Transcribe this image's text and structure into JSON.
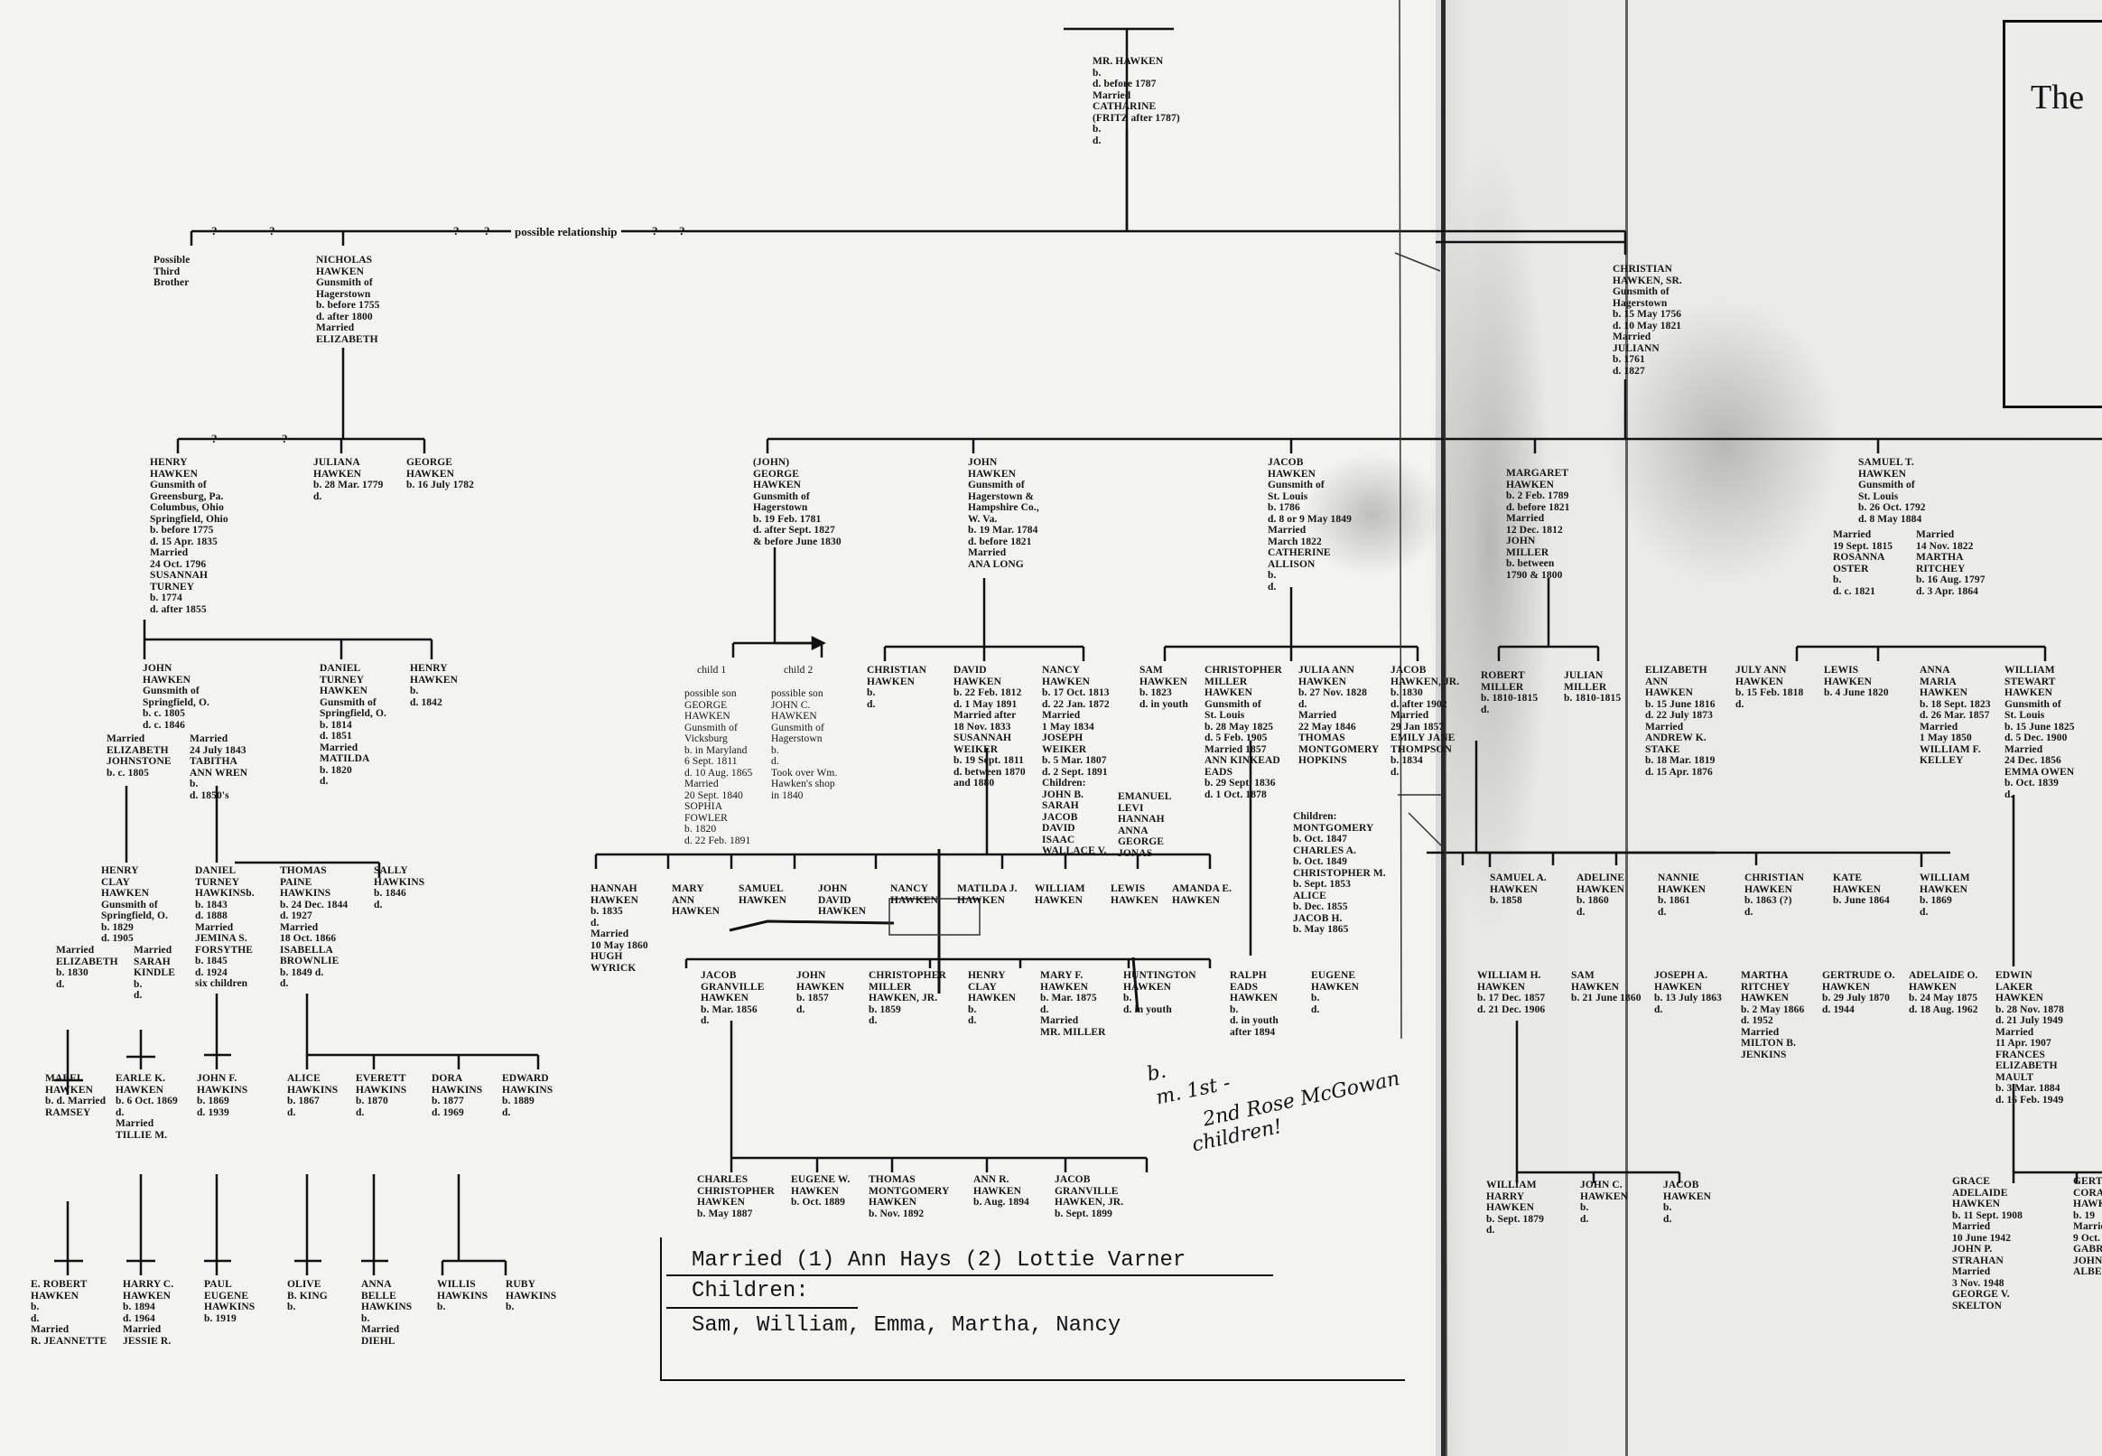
{
  "header_title": "The",
  "root_person": "MR. HAWKEN\nb.\nd. before 1787\nMarried\nCATHARINE\n(FRITZ after 1787)\nb.\nd.",
  "relationship_line": {
    "q1": "?",
    "q2": "?",
    "q3": "?",
    "q4": "?",
    "label": "possible relationship",
    "q5": "?",
    "q6": "?"
  },
  "gen1": {
    "third_brother": "Possible\nThird\nBrother",
    "nicholas": "NICHOLAS\nHAWKEN\nGunsmith of\nHagerstown\nb. before 1755\nd. after 1800\nMarried\nELIZABETH",
    "christian_sr": "CHRISTIAN\nHAWKEN, SR.\nGunsmith of\nHagerstown\nb. 15 May 1756\nd. 10 May 1821\nMarried\nJULIANN\nb. 1761\nd. 1827"
  },
  "gen2_marks": {
    "q1": "?",
    "q2": "?"
  },
  "gen2": {
    "henry": "HENRY\nHAWKEN\nGunsmith of\nGreensburg, Pa.\nColumbus, Ohio\nSpringfield, Ohio\nb. before 1775\nd. 15 Apr. 1835\nMarried\n24 Oct. 1796\nSUSANNAH\nTURNEY\nb. 1774\nd. after 1855",
    "juliana": "JULIANA\nHAWKEN\nb. 28 Mar. 1779\nd.",
    "george": "GEORGE\nHAWKEN\nb. 16 July 1782",
    "john_george": "(JOHN)\nGEORGE\nHAWKEN\nGunsmith of\nHagerstown\nb. 19 Feb. 1781\nd. after Sept. 1827\n& before June 1830",
    "john": "JOHN\nHAWKEN\nGunsmith of\nHagerstown &\nHampshire Co.,\nW. Va.\nb. 19 Mar. 1784\nd. before 1821\nMarried\nANA LONG",
    "jacob": "JACOB\nHAWKEN\nGunsmith of\nSt. Louis\nb. 1786\nd. 8 or 9 May 1849\nMarried\nMarch 1822\nCATHERINE\nALLISON\nb.\nd.",
    "margaret": "MARGARET\nHAWKEN\nb. 2 Feb. 1789\nd. before 1821\nMarried\n12 Dec. 1812\nJOHN\nMILLER\nb. between\n1790 & 1800",
    "samuel_t": "SAMUEL T.\nHAWKEN\nGunsmith of\nSt. Louis\nb. 26 Oct. 1792\nd. 8 May 1884",
    "samuel_t_m1": "Married\n19 Sept. 1815\nROSANNA\nOSTER\nb.\nd. c. 1821",
    "samuel_t_m2": "Married\n14 Nov. 1822\nMARTHA\nRITCHEY\nb. 16 Aug. 1797\nd. 3 Apr. 1864"
  },
  "gen3": {
    "john_h": "JOHN\nHAWKEN\nGunsmith of\nSpringfield, O.\nb. c. 1805\nd. c. 1846",
    "john_h_m1": "Married\nELIZABETH\nJOHNSTONE\nb. c. 1805",
    "john_h_m2": "Married\n24 July 1843\nTABITHA\nANN WREN\nb.\nd. 1850's",
    "daniel_t": "DANIEL\nTURNEY\nHAWKEN\nGunsmith of\nSpringfield, O.\nb. 1814\nd. 1851\nMarried\nMATILDA\nb. 1820\nd.",
    "henry_h": "HENRY\nHAWKEN\nb.\nd. 1842",
    "child1_label": "child 1",
    "child2_label": "child 2",
    "child1": "possible son\nGEORGE\nHAWKEN\nGunsmith of\nVicksburg\nb. in Maryland\n6 Sept. 1811\nd. 10 Aug. 1865\nMarried\n20 Sept. 1840\nSOPHIA\nFOWLER\nb. 1820\nd. 22 Feb. 1891",
    "child2": "possible son\nJOHN C.\nHAWKEN\nGunsmith of\nHagerstown\nb.\nd.\nTook over Wm.\nHawken's shop\nin 1840",
    "christian": "CHRISTIAN\nHAWKEN\nb.\nd.",
    "david": "DAVID\nHAWKEN\nb. 22 Feb. 1812\nd. 1 May 1891\nMarried after\n18 Nov. 1833\nSUSANNAH\nWEIKER\nb. 19 Sept. 1811\nd. between 1870\nand 1880",
    "nancy": "NANCY\nHAWKEN\nb. 17 Oct. 1813\nd. 22 Jan. 1872\nMarried\n1 May 1834\nJOSEPH\nWEIKER\nb. 5 Mar. 1807\nd. 2 Sept. 1891\nChildren:\nJOHN B.\nSARAH\nJACOB\nDAVID\nISAAC\nWALLACE V.",
    "nancy_children2": "EMANUEL\nLEVI\nHANNAH\nANNA\nGEORGE\nJONAS",
    "sam": "SAM\nHAWKEN\nb. 1823\nd. in youth",
    "christopher": "CHRISTOPHER\nMILLER\nHAWKEN\nGunsmith of\nSt. Louis\nb. 28 May 1825\nd. 5 Feb. 1905\nMarried 1857\nANN KINKEAD\nEADS\nb. 29 Sept. 1836\nd. 1 Oct. 1878",
    "julia_ann": "JULIA ANN\nHAWKEN\nb. 27 Nov. 1828\nd.\nMarried\n22 May 1846\nTHOMAS\nMONTGOMERY\nHOPKINS",
    "julia_children": "Children:\nMONTGOMERY\nb. Oct. 1847\nCHARLES A.\nb. Oct. 1849\nCHRISTOPHER M.\nb. Sept. 1853\nALICE\nb. Dec. 1855\nJACOB H.\nb. May 1865",
    "jacob_jr": "JACOB\nHAWKEN, JR.\nb. 1830\nd. after 1902\nMarried\n29 Jan 1857\nEMILY JANE\nTHOMPSON\nb. 1834\nd.",
    "robert_miller": "ROBERT\nMILLER\nb. 1810-1815\nd.",
    "julian_miller": "JULIAN\nMILLER\nb. 1810-1815",
    "elizabeth_ann": "ELIZABETH\nANN\nHAWKEN\nb. 15 June 1816\nd. 22 July 1873\nMarried\nANDREW K.\nSTAKE\nb. 18 Mar. 1819\nd. 15 Apr. 1876",
    "july_ann": "JULY ANN\nHAWKEN\nb. 15 Feb. 1818\nd.",
    "lewis": "LEWIS\nHAWKEN\nb. 4 June 1820",
    "anna_maria": "ANNA\nMARIA\nHAWKEN\nb. 18 Sept. 1823\nd. 26 Mar. 1857\nMarried\n1 May 1850\nWILLIAM F.\nKELLEY",
    "william_stewart": "WILLIAM\nSTEWART\nHAWKEN\nGunsmith of\nSt. Louis\nb. 15 June 1825\nd. 5 Dec. 1900\nMarried\n24 Dec. 1856\nEMMA OWEN\nb. Oct. 1839\nd."
  },
  "gen4": {
    "henry_clay": "HENRY\nCLAY\nHAWKEN\nGunsmith of\nSpringfield, O.\nb. 1829\nd. 1905",
    "henry_clay_m1": "Married\nELIZABETH\nb. 1830\nd.",
    "henry_clay_m2": "Married\nSARAH\nKINDLE\nb.\nd.",
    "daniel_th": "DANIEL\nTURNEY\nHAWKINSb.\nb. 1843\nd. 1888\nMarried\nJEMINA S.\nFORSYTHE\nb. 1845\nd. 1924\nsix children",
    "thomas_paine": "THOMAS\nPAINE\nHAWKINS\nb. 24 Dec. 1844\nd. 1927\nMarried\n18 Oct. 1866\nISABELLA\nBROWNLIE\nb. 1849 d.\nd.",
    "sally": "SALLY\nHAWKINS\nb. 1846\nd.",
    "hannah": "HANNAH\nHAWKEN\nb. 1835\nd.\nMarried\n10 May 1860\nHUGH\nWYRICK",
    "mary_ann": "MARY\nANN\nHAWKEN",
    "samuel": "SAMUEL\nHAWKEN",
    "john_david": "JOHN\nDAVID\nHAWKEN",
    "nancy_h": "NANCY\nHAWKEN",
    "matilda_j": "MATILDA J.\nHAWKEN",
    "william": "WILLIAM\nHAWKEN",
    "lewis_h": "LEWIS\nHAWKEN",
    "amanda_e": "AMANDA E.\nHAWKEN",
    "samuel_a": "SAMUEL A.\nHAWKEN\nb. 1858",
    "adeline": "ADELINE\nHAWKEN\nb. 1860\nd.",
    "nannie": "NANNIE\nHAWKEN\nb. 1861\nd.",
    "christian_h": "CHRISTIAN\nHAWKEN\nb. 1863 (?)\nd.",
    "kate": "KATE\nHAWKEN\nb. June 1864",
    "william_h": "WILLIAM\nHAWKEN\nb. 1869\nd."
  },
  "gen5": {
    "mabel": "MABEL\nHAWKEN\nb. d. Married\nRAMSEY",
    "earle_k": "EARLE K.\nHAWKEN\nb. 6 Oct. 1869\nd.\nMarried\nTILLIE M.",
    "john_f": "JOHN F.\nHAWKINS\nb. 1869\nd. 1939",
    "alice": "ALICE\nHAWKINS\nb. 1867\nd.",
    "everett": "EVERETT\nHAWKINS\nb. 1870\nd.",
    "dora": "DORA\nHAWKINS\nb. 1877\nd. 1969",
    "edward": "EDWARD\nHAWKINS\nb. 1889\nd.",
    "jacob_granville": "JACOB\nGRANVILLE\nHAWKEN\nb. Mar. 1856\nd.",
    "john_h2": "JOHN\nHAWKEN\nb. 1857\nd.",
    "christopher_jr": "CHRISTOPHER\nMILLER\nHAWKEN, JR.\nb. 1859\nd.",
    "henry_clay2": "HENRY\nCLAY\nHAWKEN\nb.\nd.",
    "mary_f": "MARY F.\nHAWKEN\nb. Mar. 1875\nd.\nMarried\nMR. MILLER",
    "huntington": "HUNTINGTON\nHAWKEN\nb.\nd. in youth",
    "ralph_eads": "RALPH\nEADS\nHAWKEN\nb.\nd. in youth\nafter 1894",
    "eugene": "EUGENE\nHAWKEN\nb.\nd.",
    "william_harry_h": "WILLIAM H.\nHAWKEN\nb. 17 Dec. 1857\nd. 21 Dec. 1906",
    "sam2": "SAM\nHAWKEN\nb. 21 June 1860",
    "joseph_a": "JOSEPH A.\nHAWKEN\nb. 13 July 1863\nd.",
    "martha_ritchey": "MARTHA\nRITCHEY\nHAWKEN\nb. 2 May 1866\nd. 1952\nMarried\nMILTON B.\nJENKINS",
    "gertrude": "GERTRUDE O.\nHAWKEN\nb. 29 July 1870\nd. 1944",
    "adelaide": "ADELAIDE O.\nHAWKEN\nb. 24 May 1875\nd. 18 Aug. 1962",
    "edwin": "EDWIN\nLAKER\nHAWKEN\nb. 28 Nov. 1878\nd. 21 July 1949\nMarried\n11 Apr. 1907\nFRANCES\nELIZABETH\nMAULT\nb. 3 Mar. 1884\nd. 16 Feb. 1949"
  },
  "gen6": {
    "e_robert": "E. ROBERT\nHAWKEN\nb.\nd.\nMarried\nR. JEANNETTE",
    "harry_c": "HARRY C.\nHAWKEN\nb. 1894\nd. 1964\nMarried\nJESSIE R.",
    "paul": "PAUL\nEUGENE\nHAWKINS\nb. 1919",
    "olive": "OLIVE\nB. KING\nb.",
    "anna_belle": "ANNA\nBELLE\nHAWKINS\nb.\nMarried\nDIEHL",
    "willis": "WILLIS\nHAWKINS\nb.",
    "ruby": "RUBY\nHAWKINS\nb.",
    "charles_c": "CHARLES\nCHRISTOPHER\nHAWKEN\nb. May 1887",
    "eugene_w": "EUGENE W.\nHAWKEN\nb. Oct. 1889",
    "thomas_m": "THOMAS\nMONTGOMERY\nHAWKEN\nb. Nov. 1892",
    "ann_r": "ANN R.\nHAWKEN\nb. Aug. 1894",
    "jacob_g_jr": "JACOB\nGRANVILLE\nHAWKEN, JR.\nb. Sept. 1899",
    "william_harry": "WILLIAM\nHARRY\nHAWKEN\nb. Sept. 1879\nd.",
    "john_c2": "JOHN C.\nHAWKEN\nb.\nd.",
    "jacob_h2": "JACOB\nHAWKEN\nb.\nd.",
    "grace": "GRACE\nADELAIDE\nHAWKEN\nb. 11 Sept. 1908\nMarried\n10 June 1942\nJOHN P.\nSTRAHAN\nMarried\n3 Nov. 1948\nGEORGE V.\nSKELTON",
    "gert": "GERT\nCORA\nHAWK\nb. 19\nMarrie\n9 Oct.\nGABR\nJOHN\nALBE"
  },
  "handwritten": {
    "l1": "b.",
    "l2": "m. 1st -",
    "l3": "2nd Rose McGowan",
    "l4": "children!"
  },
  "typed_note": {
    "line1": "Married (1) Ann Hays (2) Lottie Varner",
    "line2": "Children:",
    "line3": "Sam, William, Emma, Martha, Nancy"
  }
}
